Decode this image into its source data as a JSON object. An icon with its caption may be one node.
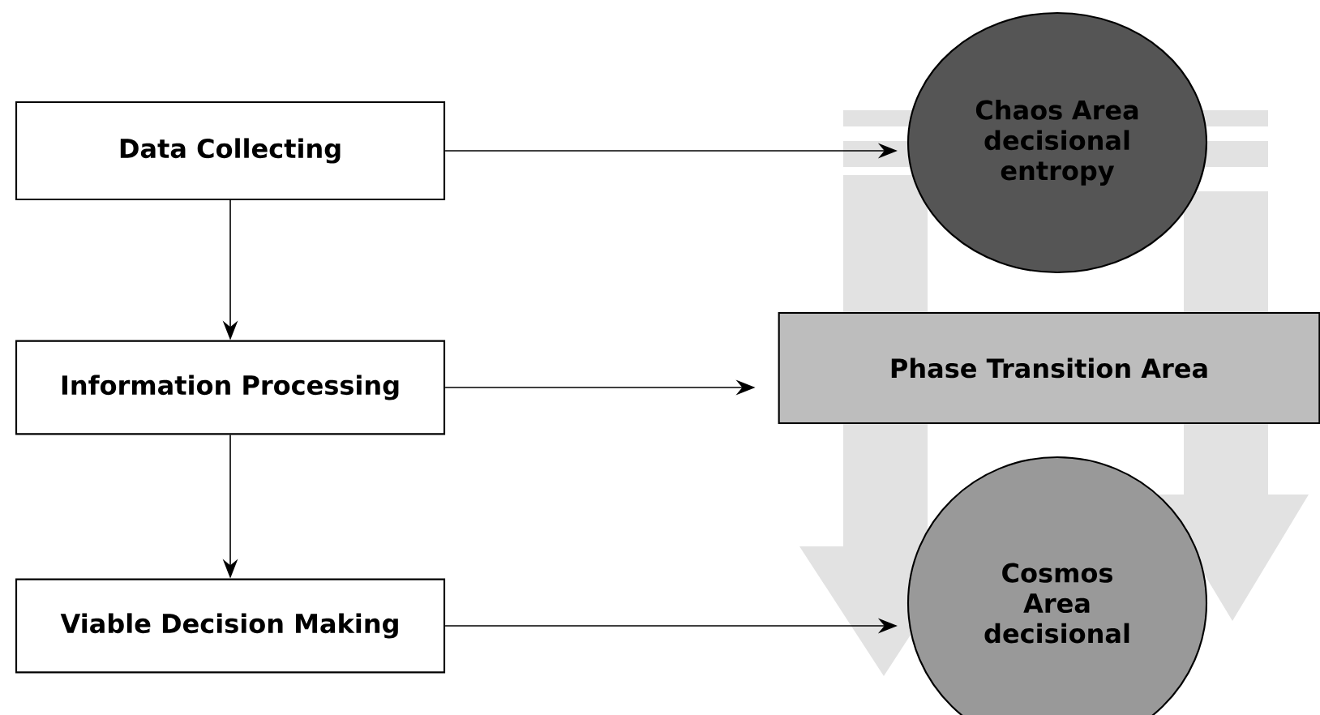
{
  "diagram": {
    "nodes": [
      {
        "text": [
          "Data Collecting"
        ]
      },
      {
        "text": [
          "Information Processing"
        ]
      },
      {
        "text": [
          "Viable Decision Making"
        ]
      },
      {
        "text": [
          "Chaos Area decisional entropy"
        ]
      },
      {
        "text": [
          "Phase Transition Area"
        ]
      },
      {
        "text": [
          "Cosmos Area decisional"
        ]
      }
    ],
    "edges": [
      {
        "from": 0,
        "to": 1,
        "arrow": "to"
      },
      {
        "from": 1,
        "to": 2,
        "arrow": "to"
      },
      {
        "from": 0,
        "to": 3,
        "arrow": "to"
      },
      {
        "from": 1,
        "to": 4,
        "arrow": "to"
      },
      {
        "from": 2,
        "to": 5,
        "arrow": "to"
      },
      {
        "from": 3,
        "to": 5,
        "arrow": "to",
        "style": "thick",
        "color": "#e2e2e2"
      },
      {
        "from": 3,
        "to": 5,
        "arrow": "to",
        "style": "thick",
        "color": "#e2e2e2"
      }
    ]
  }
}
